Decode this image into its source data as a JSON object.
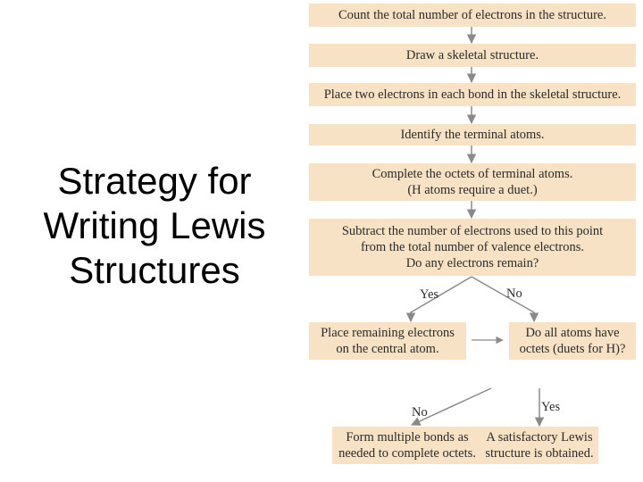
{
  "slide": {
    "title_lines": [
      "Strategy for",
      "Writing Lewis",
      "Structures"
    ]
  },
  "flowchart": {
    "step1": "Count the total number of electrons in the structure.",
    "step2": "Draw a skeletal structure.",
    "step3": "Place two electrons in each bond in the skeletal structure.",
    "step4": "Identify the terminal atoms.",
    "step5_lines": [
      "Complete the octets of terminal atoms.",
      "(H atoms require a duet.)"
    ],
    "step6_lines": [
      "Subtract the number of electrons used to this point",
      "from the total number of valence electrons.",
      "Do any electrons remain?"
    ],
    "yes_label": "Yes",
    "no_label": "No",
    "step7_lines": [
      "Place remaining electrons",
      "on the central atom."
    ],
    "step8_lines": [
      "Do all atoms have",
      "octets (duets for H)?"
    ],
    "no_label_2": "No",
    "yes_label_2": "Yes",
    "step9_lines": [
      "Form multiple bonds as",
      "needed to complete octets."
    ],
    "step10_lines": [
      "A satisfactory Lewis",
      "structure is obtained."
    ]
  },
  "colors": {
    "box_fill": "#f8e2c6",
    "arrow": "#8a8a8a"
  }
}
